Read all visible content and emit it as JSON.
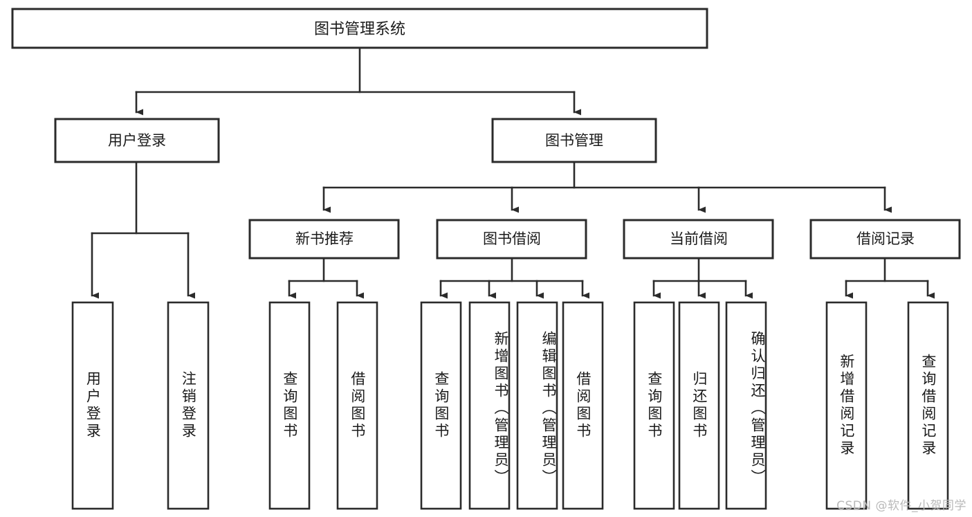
{
  "diagram": {
    "title": "图书管理系统",
    "type": "tree",
    "orientation": "top-down",
    "root": {
      "label": "图书管理系统",
      "level": 0
    },
    "level1": [
      {
        "label": "用户登录"
      },
      {
        "label": "图书管理"
      }
    ],
    "level2": [
      {
        "label": "新书推荐",
        "parent": "图书管理"
      },
      {
        "label": "图书借阅",
        "parent": "图书管理"
      },
      {
        "label": "当前借阅",
        "parent": "图书管理"
      },
      {
        "label": "借阅记录",
        "parent": "图书管理"
      }
    ],
    "leaves": {
      "user_login": [
        {
          "label": "用户登录"
        },
        {
          "label": "注销登录"
        }
      ],
      "new_book_recommend": [
        {
          "label": "查询图书"
        },
        {
          "label": "借阅图书"
        }
      ],
      "book_borrow": [
        {
          "label": "查询图书"
        },
        {
          "label": "新增图书（管理员）"
        },
        {
          "label": "编辑图书（管理员）"
        },
        {
          "label": "借阅图书"
        }
      ],
      "current_borrow": [
        {
          "label": "查询图书"
        },
        {
          "label": "归还图书"
        },
        {
          "label": "确认归还（管理员）"
        }
      ],
      "borrow_record": [
        {
          "label": "新增借阅记录"
        },
        {
          "label": "查询借阅记录"
        }
      ]
    }
  },
  "watermark": {
    "text": "CSDN @软件_小贺同学"
  },
  "colors": {
    "stroke": "#2b2b2b",
    "fill": "#ffffff",
    "text": "#1a1a1a",
    "watermark": "#b9b9b9"
  }
}
